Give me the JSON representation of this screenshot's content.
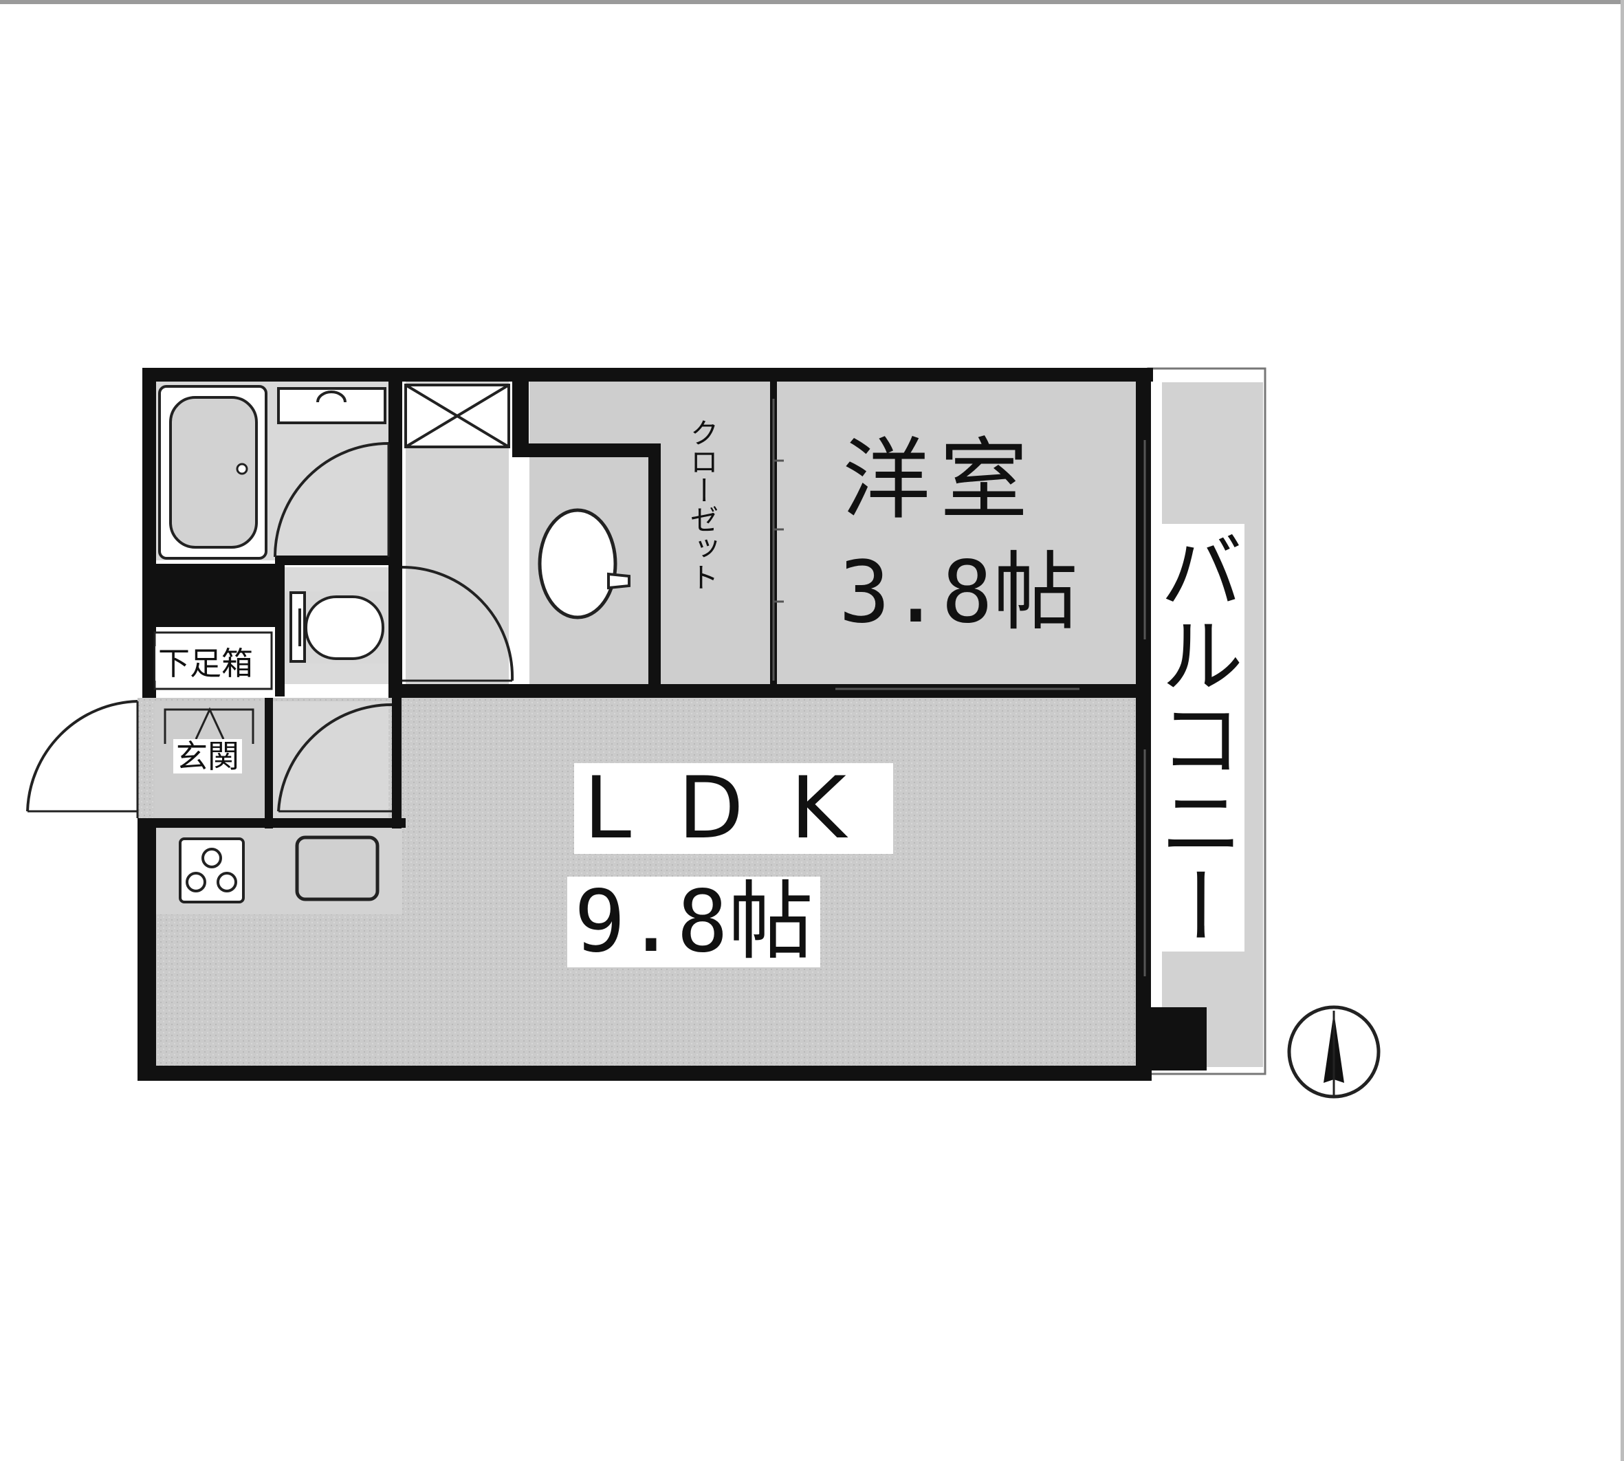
{
  "rooms": {
    "youshitsu": {
      "name": "洋室",
      "size": "3.8帖"
    },
    "ldk": {
      "name": "LDK",
      "size": "9.8帖"
    },
    "closet": {
      "name": "クローゼット"
    },
    "balcony": {
      "name": "バルコニー"
    },
    "geta_bako": {
      "name": "下足箱"
    },
    "genkan": {
      "name": "玄関"
    }
  },
  "colors": {
    "wall": "#111111",
    "floor": "#c9c9c9",
    "wet_area": "#d6d6d6",
    "balcony": "#d2d2d2",
    "paper": "#ffffff"
  },
  "icons": [
    "bathtub-icon",
    "washbasin-icon",
    "toilet-icon",
    "stove-icon",
    "sink-icon",
    "north-arrow-icon"
  ]
}
